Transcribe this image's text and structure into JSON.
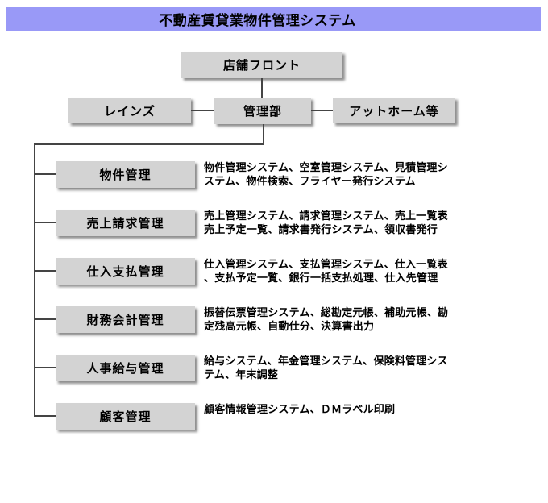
{
  "title": "不動産賃貸業物件管理システム",
  "colors": {
    "header_bg": "#9999f7",
    "box_bg": "#d3d3d3",
    "line": "#444444"
  },
  "org": {
    "top": "店舗フロント",
    "left": "レインズ",
    "center": "管理部",
    "right": "アットホーム等"
  },
  "modules": [
    {
      "label": "物件管理",
      "desc_lines": [
        "物件管理システム、空室管理システム、見積管理シ",
        "ステム、物件検索、フライヤー発行システム"
      ]
    },
    {
      "label": "売上請求管理",
      "desc_lines": [
        "売上管理システム、請求管理システム、売上一覧表",
        "売上予定一覧、請求書発行システム、領収書発行"
      ]
    },
    {
      "label": "仕入支払管理",
      "desc_lines": [
        "仕入管理システム、支払管理システム、仕入一覧表",
        "、支払予定一覧、銀行一括支払処理、仕入先管理"
      ]
    },
    {
      "label": "財務会計管理",
      "desc_lines": [
        "振替伝票管理システム、総勘定元帳、補助元帳、勘",
        "定残高元帳、自動仕分、決算書出力"
      ]
    },
    {
      "label": "人事給与管理",
      "desc_lines": [
        "給与システム、年金管理システム、保険料管理シス",
        "テム、年末調整"
      ]
    },
    {
      "label": "顧客管理",
      "desc_lines": [
        "顧客情報管理システム、ＤＭラベル印刷"
      ]
    }
  ]
}
